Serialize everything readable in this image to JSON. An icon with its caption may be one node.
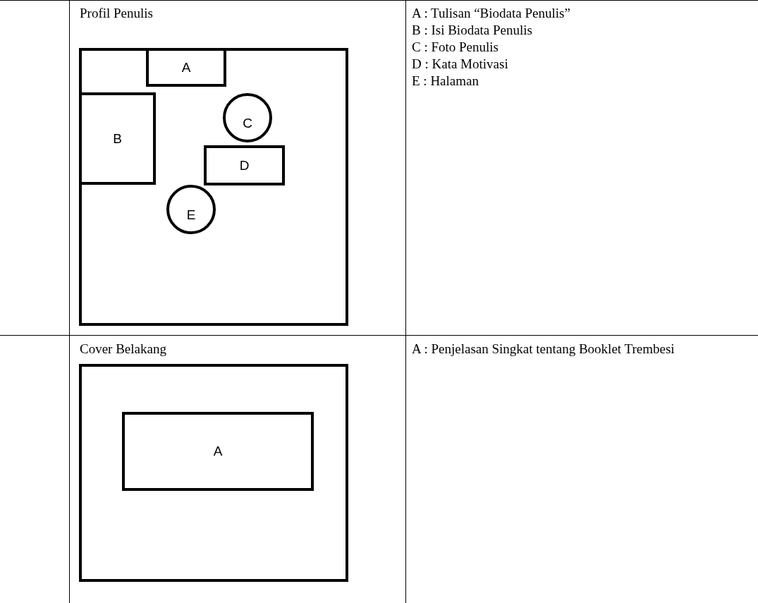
{
  "diagram": {
    "nodes": [
      {
        "text": [
          "Profil Penulis"
        ]
      },
      {
        "text": [
          "A"
        ],
        "in": 0
      },
      {
        "text": [
          "B"
        ],
        "in": 0
      },
      {
        "text": [
          "C"
        ],
        "in": 0
      },
      {
        "text": [
          "D"
        ],
        "in": 0
      },
      {
        "text": [
          "E"
        ],
        "in": 0
      },
      {
        "text": [
          "Cover Belakang"
        ]
      },
      {
        "text": [
          "A"
        ],
        "in": 6
      }
    ],
    "edges": [],
    "labels": [
      "A : Tulisan “Biodata Penulis”",
      "B : Isi Biodata Penulis",
      "C : Foto Penulis",
      "D : Kata Motivasi",
      "E : Halaman",
      "A : Penjelasan Singkat tentang Booklet Trembesi"
    ]
  }
}
